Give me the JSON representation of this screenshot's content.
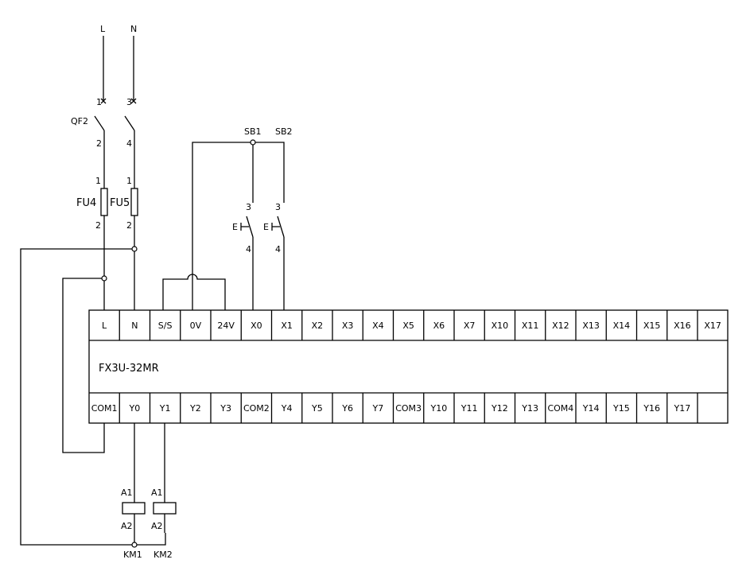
{
  "supply": {
    "line": "L",
    "neutral": "N"
  },
  "breaker": {
    "name": "QF2",
    "pins_left": [
      "1",
      "2"
    ],
    "pins_right": [
      "3",
      "4"
    ]
  },
  "fuses": {
    "left": {
      "name": "FU4",
      "pins": [
        "1",
        "2"
      ]
    },
    "right": {
      "name": "FU5",
      "pins": [
        "1",
        "2"
      ]
    }
  },
  "buttons": [
    {
      "name": "SB1",
      "mark": "E",
      "pins": [
        "3",
        "4"
      ]
    },
    {
      "name": "SB2",
      "mark": "E",
      "pins": [
        "3",
        "4"
      ]
    }
  ],
  "plc": {
    "model": "FX3U-32MR",
    "top_terminals": [
      "L",
      "N",
      "S/S",
      "0V",
      "24V",
      "X0",
      "X1",
      "X2",
      "X3",
      "X4",
      "X5",
      "X6",
      "X7",
      "X10",
      "X11",
      "X12",
      "X13",
      "X14",
      "X15",
      "X16",
      "X17"
    ],
    "bottom_terminals": [
      "COM1",
      "Y0",
      "Y1",
      "Y2",
      "Y3",
      "COM2",
      "Y4",
      "Y5",
      "Y6",
      "Y7",
      "COM3",
      "Y10",
      "Y11",
      "Y12",
      "Y13",
      "COM4",
      "Y14",
      "Y15",
      "Y16",
      "Y17",
      ""
    ]
  },
  "coils": [
    {
      "name": "KM1",
      "pins": [
        "A1",
        "A2"
      ]
    },
    {
      "name": "KM2",
      "pins": [
        "A1",
        "A2"
      ]
    }
  ]
}
